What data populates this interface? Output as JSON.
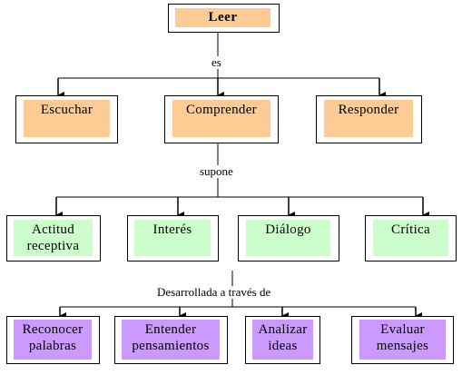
{
  "root": {
    "label": "Leer"
  },
  "connectors": {
    "es": "es",
    "supone": "supone",
    "desarrollada": "Desarrollada a través de"
  },
  "level1": [
    {
      "label": "Escuchar"
    },
    {
      "label": "Comprender"
    },
    {
      "label": "Responder"
    }
  ],
  "level2": [
    {
      "label": "Actitud\nreceptiva"
    },
    {
      "label": "Interés"
    },
    {
      "label": "Diálogo"
    },
    {
      "label": "Crítica"
    }
  ],
  "level3": [
    {
      "label": "Reconocer\npalabras"
    },
    {
      "label": "Entender\npensamientos"
    },
    {
      "label": "Analizar\nideas"
    },
    {
      "label": "Evaluar\nmensajes"
    }
  ],
  "colors": {
    "root_fill": "#fdcb94",
    "level1_fill": "#fdcb94",
    "level2_fill": "#ccfecc",
    "level3_fill": "#cc99ff",
    "lines": "#000000"
  }
}
